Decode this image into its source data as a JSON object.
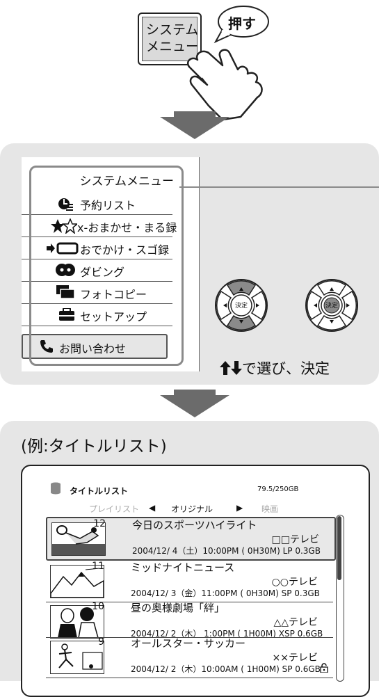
{
  "remote_button": {
    "line1": "システム",
    "line2": "メニュー"
  },
  "press_label": "押す",
  "system_menu": {
    "title": "システムメニュー",
    "items": [
      {
        "label": "予約リスト",
        "icon": "reservation-icon"
      },
      {
        "label": "x-おまかせ・まる録",
        "icon": "stars-icon"
      },
      {
        "label": "おでかけ・スゴ録",
        "icon": "portable-transfer-icon"
      },
      {
        "label": "ダビング",
        "icon": "dubbing-icon"
      },
      {
        "label": "フォトコピー",
        "icon": "photo-copy-icon"
      },
      {
        "label": "セットアップ",
        "icon": "toolbox-icon"
      },
      {
        "label": "お問い合わせ",
        "icon": "phone-icon"
      }
    ],
    "selected_index": 6
  },
  "pad_center_label": "決定",
  "hint": "で選び、決定",
  "example_label": "(例:タイトルリスト)",
  "title_list": {
    "header": "タイトルリスト",
    "capacity": "79.5/250GB",
    "tabs": [
      "プレイリスト",
      "オリジナル",
      "映画"
    ],
    "active_tab": 1,
    "rows": [
      {
        "number": "12",
        "name": "今日のスポーツハイライト",
        "channel": "□□テレビ",
        "meta": "2004/12/ 4（土）10:00PM ( 0H30M) LP  0.3GB",
        "thumb": "tennis"
      },
      {
        "number": "11",
        "name": "ミッドナイトニュース",
        "channel": "○○テレビ",
        "meta": "2004/12/ 3（金）11:00PM ( 0H30M) SP  0.3GB",
        "thumb": "mountain"
      },
      {
        "number": "10",
        "name": "昼の奥様劇場「絆」",
        "channel": "△△テレビ",
        "meta": "2004/12/ 2（木） 1:00PM ( 1H00M) XSP 0.6GB",
        "thumb": "couple"
      },
      {
        "number": "9",
        "name": "オールスター・サッカー",
        "channel": "××テレビ",
        "meta": "2004/12/ 2（木）10:00AM ( 1H00M) SP  0.6GB",
        "thumb": "soccer",
        "protected": true
      }
    ]
  },
  "colors": {
    "panel_bg": "#e6e6e6",
    "highlight": "#8a8a8a",
    "arrow": "#6b6b6b"
  }
}
